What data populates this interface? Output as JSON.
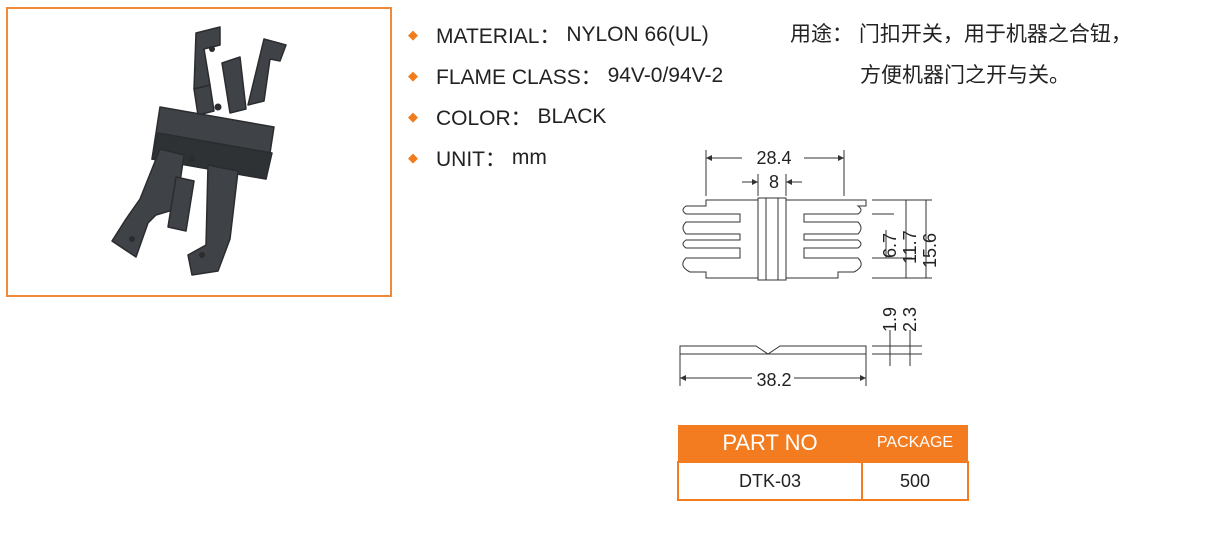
{
  "specs": [
    {
      "label": "MATERIAL：",
      "value": "NYLON 66(UL)"
    },
    {
      "label": "FLAME CLASS：",
      "value": "94V-0/94V-2"
    },
    {
      "label": "COLOR：",
      "value": "BLACK"
    },
    {
      "label": "UNIT：",
      "value": "mm"
    }
  ],
  "usage": {
    "label": "用途：",
    "line1": "门扣开关，用于机器之合钮，",
    "line2": "方便机器门之开与关。"
  },
  "dimensions": {
    "overall_width": "28.4",
    "center_width": "8",
    "h1": "6.7",
    "h2": "11.7",
    "h3": "15.6",
    "t1": "1.9",
    "t2": "2.3",
    "total_length": "38.2"
  },
  "table": {
    "headers": [
      "PART NO",
      "PACKAGE"
    ],
    "rows": [
      [
        "DTK-03",
        "500"
      ]
    ]
  },
  "colors": {
    "accent": "#f47c20",
    "part": "#3a3d40"
  }
}
